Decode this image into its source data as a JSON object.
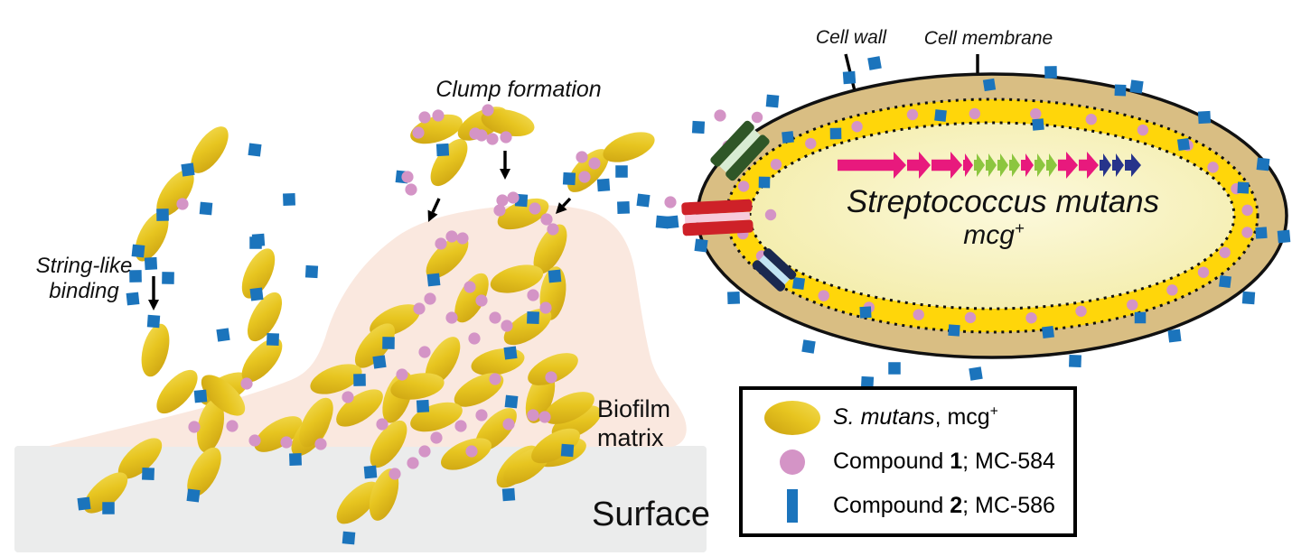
{
  "labels": {
    "string_like_binding": [
      "String-like",
      "binding"
    ],
    "clump_formation": "Clump formation",
    "cell_wall": "Cell wall",
    "cell_membrane": "Cell membrane",
    "biofilm_matrix": [
      "Biofilm",
      "matrix"
    ],
    "surface": "Surface",
    "species_line1": "Streptococcus mutans",
    "species_line2_base": "mcg",
    "species_line2_sup": "+"
  },
  "legend": {
    "items": [
      {
        "icon": "s-mutans-ellipse-icon",
        "text_italic": "S. mutans",
        "text_rest": ", mcg",
        "text_sup": "+"
      },
      {
        "icon": "compound1-circle-icon",
        "text_pre": "Compound ",
        "text_bold": "1",
        "text_post": "; MC-584"
      },
      {
        "icon": "compound2-bar-icon",
        "text_pre": "Compound ",
        "text_bold": "2",
        "text_post": "; MC-586"
      }
    ]
  },
  "colors": {
    "bacteria_gold_dark": "#C99F10",
    "bacteria_gold": "#E7C520",
    "bacteria_gold_light": "#F3DC55",
    "compound1_pink": "#D494C6",
    "compound2_blue": "#1B74BC",
    "biofilm_peach": "#FAE8DF",
    "surface_gray": "#EBECEC",
    "cell_wall_tan": "#D9BE83",
    "membrane_yellow": "#FFD60A",
    "cytoplasm_light": "#FCF9DC",
    "cytoplasm_dark": "#F1E99C",
    "outline_black": "#111111",
    "gene_magenta": "#E8197D",
    "gene_green": "#8CC63F",
    "gene_navy": "#27348B",
    "transporter_green": "#2F5627",
    "transporter_green_channel": "#D8ECD3",
    "transporter_red": "#CE2128",
    "transporter_red_channel": "#F7CBDC",
    "transporter_navy": "#1B2950",
    "transporter_navy_channel": "#C2E4F4"
  },
  "gene_cluster": {
    "arrows": [
      {
        "color": "magenta",
        "w": 76,
        "size": "long"
      },
      {
        "color": "magenta",
        "w": 26,
        "size": "med"
      },
      {
        "color": "magenta",
        "w": 34,
        "size": "med"
      },
      {
        "color": "magenta",
        "w": 11,
        "size": "sm"
      },
      {
        "color": "green",
        "w": 12,
        "size": "sm"
      },
      {
        "color": "green",
        "w": 12,
        "size": "sm"
      },
      {
        "color": "green",
        "w": 12,
        "size": "sm"
      },
      {
        "color": "green",
        "w": 12,
        "size": "sm"
      },
      {
        "color": "magenta",
        "w": 14,
        "size": "sm"
      },
      {
        "color": "green",
        "w": 12,
        "size": "sm"
      },
      {
        "color": "green",
        "w": 12,
        "size": "sm"
      },
      {
        "color": "magenta",
        "w": 22,
        "size": "med"
      },
      {
        "color": "magenta",
        "w": 22,
        "size": "med"
      },
      {
        "color": "navy",
        "w": 13,
        "size": "sm"
      },
      {
        "color": "navy",
        "w": 13,
        "size": "sm"
      },
      {
        "color": "navy",
        "w": 18,
        "size": "medsm"
      }
    ]
  }
}
